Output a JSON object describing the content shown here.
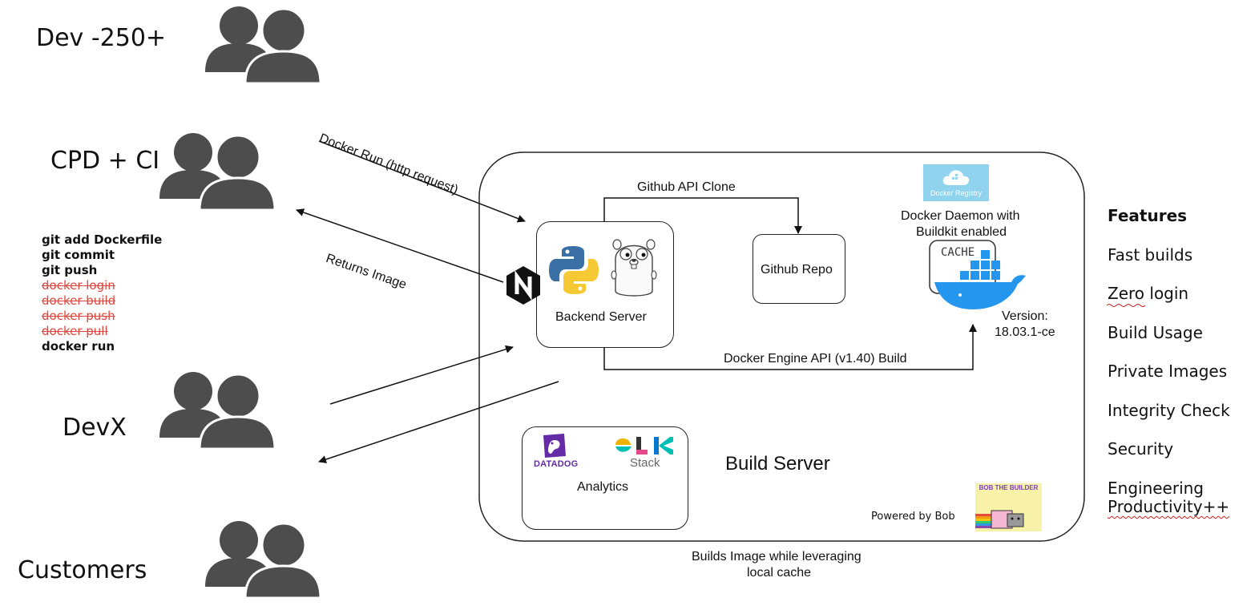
{
  "groups": {
    "dev": "Dev -250+",
    "cpd": "CPD + CI",
    "devx": "DevX",
    "customers": "Customers"
  },
  "commands": [
    {
      "text": "git add Dockerfile",
      "struck": false
    },
    {
      "text": "git commit",
      "struck": false
    },
    {
      "text": "git push",
      "struck": false
    },
    {
      "text": "docker login",
      "struck": true
    },
    {
      "text": "docker build",
      "struck": true
    },
    {
      "text": "docker push",
      "struck": true
    },
    {
      "text": "docker pull",
      "struck": true
    },
    {
      "text": "docker run",
      "struck": false
    }
  ],
  "arrows": {
    "docker_run": "Docker Run (http request)",
    "returns_image": "Returns Image",
    "github_clone": "Github API Clone",
    "engine_build": "Docker Engine API (v1.40) Build"
  },
  "backend": {
    "label": "Backend Server"
  },
  "github_repo": {
    "label": "Github Repo"
  },
  "docker": {
    "registry_label": "Docker Registry",
    "daemon_line1": "Docker Daemon with",
    "daemon_line2": "Buildkit enabled",
    "cache_label": "CACHE",
    "version_line1": "Version:",
    "version_line2": "18.03.1-ce"
  },
  "analytics": {
    "label": "Analytics",
    "datadog": "DATADOG",
    "elk_stack": "Stack"
  },
  "build_server": {
    "label": "Build Server"
  },
  "powered_by": "Powered by Bob",
  "bob_badge": "BOB THE BUILDER",
  "caption": {
    "line1": "Builds Image while leveraging",
    "line2": "local cache"
  },
  "features": {
    "title": "Features",
    "items": [
      "Fast builds",
      "Zero login",
      "Build Usage",
      "Private Images",
      "Integrity Check",
      "Security",
      "Engineering",
      "Productivity++"
    ]
  },
  "colors": {
    "people": "#4d4d4d",
    "struck_text": "#e0453b",
    "docker_blue": "#2496ed",
    "registry_bg": "#8fd3ef",
    "datadog_purple": "#632ca6"
  }
}
